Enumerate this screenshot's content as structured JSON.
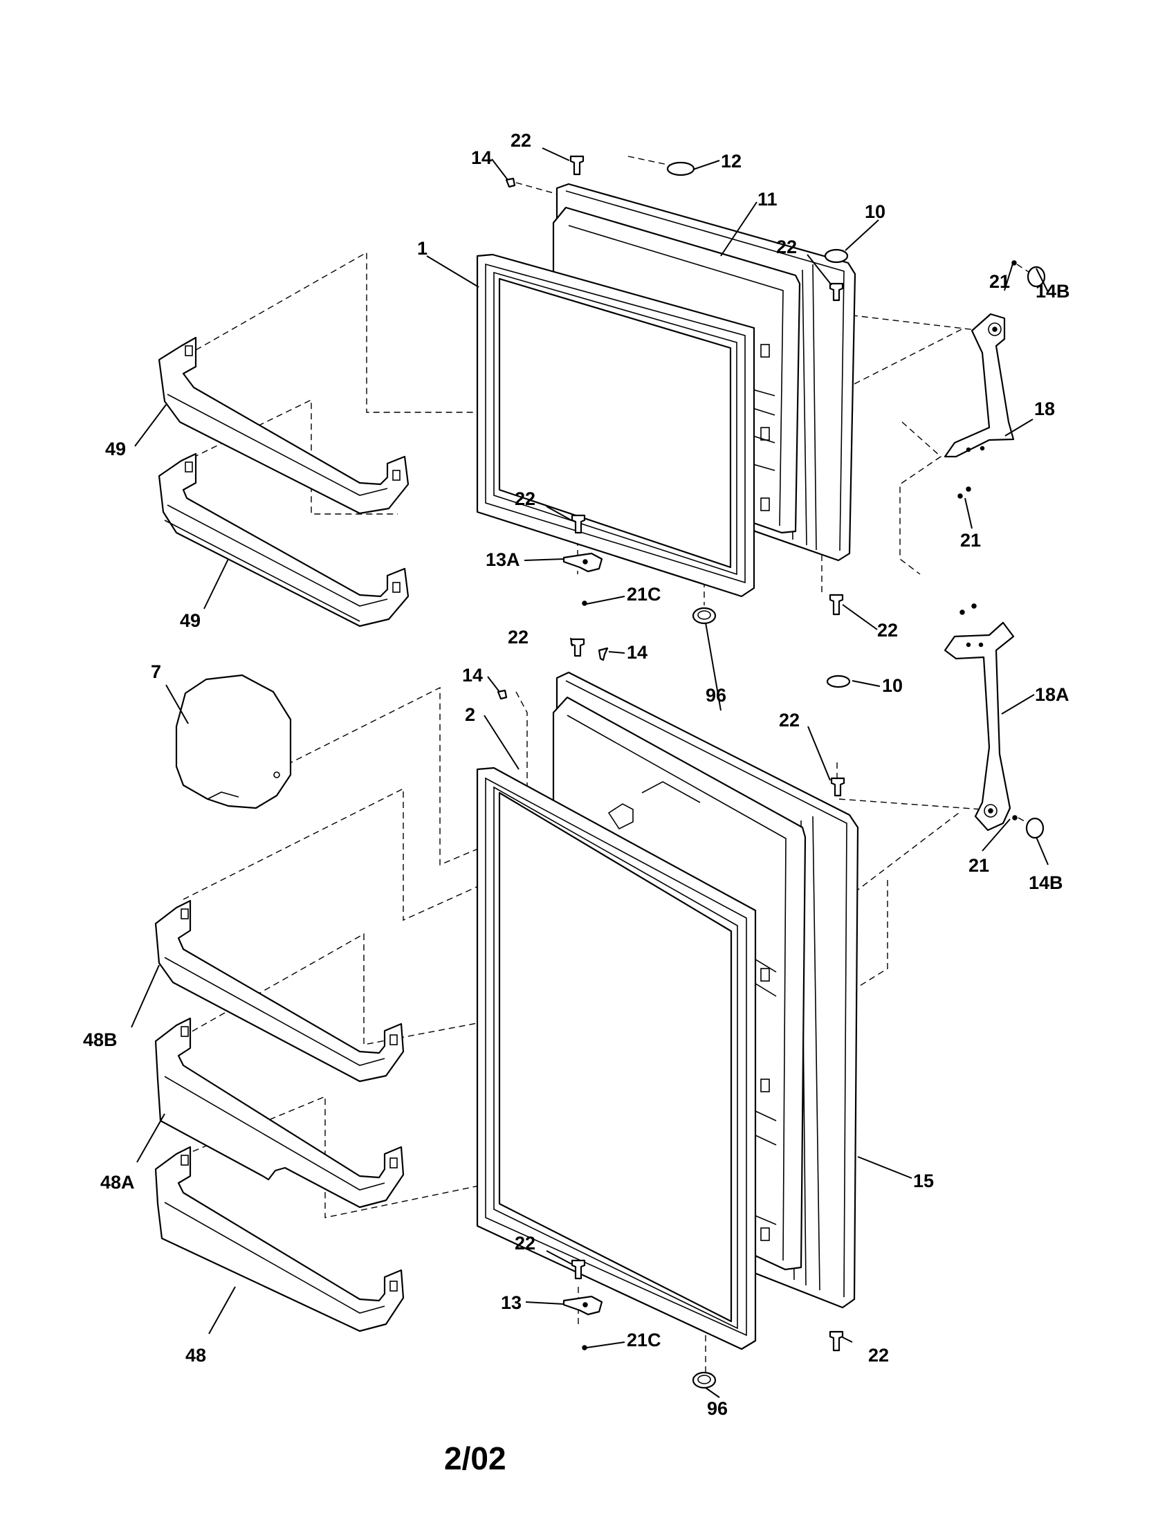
{
  "labels": {
    "p22_a": "22",
    "p14_a": "14",
    "p12": "12",
    "p11": "11",
    "p10_a": "10",
    "p22_b": "22",
    "p1": "1",
    "p21_a": "21",
    "p14b_a": "14B",
    "p18": "18",
    "p49_a": "49",
    "p49_b": "49",
    "p22_c": "22",
    "p13a": "13A",
    "p21c_a": "21C",
    "p21_b": "21",
    "p22_d": "22",
    "p22_e": "22",
    "p14_b": "14",
    "p7": "7",
    "p14_c": "14",
    "p96_a": "96",
    "p10_b": "10",
    "p2": "2",
    "p22_f": "22",
    "p18a": "18A",
    "p21_c": "21",
    "p14b_b": "14B",
    "p48b": "48B",
    "p48a": "48A",
    "p15": "15",
    "p22_g": "22",
    "p13": "13",
    "p21c_b": "21C",
    "p22_h": "22",
    "p48": "48",
    "p96_b": "96"
  },
  "footer": {
    "date_code": "2/02"
  }
}
